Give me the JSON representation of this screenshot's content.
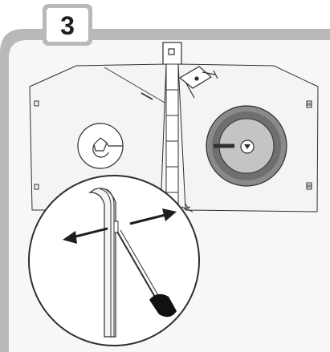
{
  "step": {
    "number": "3"
  },
  "colors": {
    "frame": "#b9b9b9",
    "panel": "#f7f7f7",
    "line": "#2f2f2f",
    "speaker": "#8a8a8a",
    "speaker_inner": "#c4c4c4",
    "handle": "#111111"
  },
  "icons": [
    "step-badge",
    "hinge-bracket-icon",
    "clip-icon",
    "lock-latch-icon",
    "speaker-icon",
    "magnifier-callout",
    "double-arrow-icon",
    "screwdriver-icon"
  ]
}
